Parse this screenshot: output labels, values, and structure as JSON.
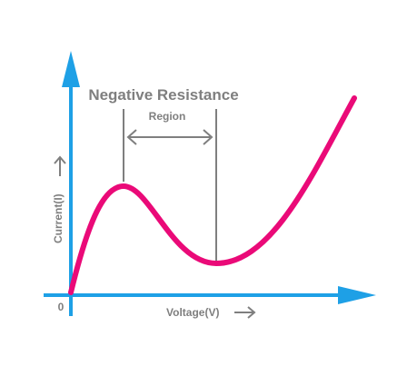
{
  "title": "Negative Resistance",
  "region_label": "Region",
  "x_axis_label": "Voltage(V)",
  "y_axis_label": "Current(I)",
  "origin_label": "0",
  "colors": {
    "axis": "#1ea0e6",
    "curve": "#ea0a78",
    "annotation": "#7f7f7f",
    "background": "#ffffff"
  }
}
